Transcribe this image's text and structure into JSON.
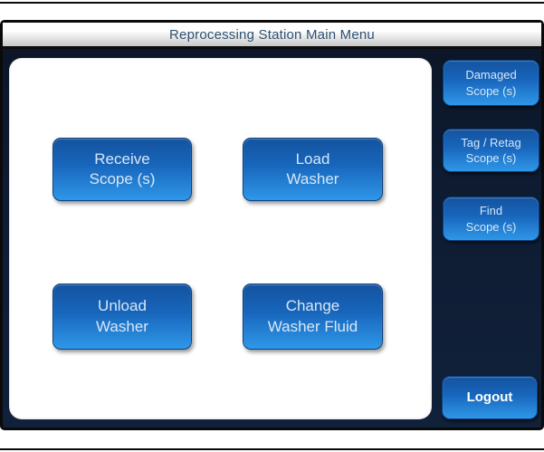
{
  "window": {
    "title": "Reprocessing Station Main Menu"
  },
  "main_menu": {
    "buttons": [
      {
        "label": "Receive\nScope (s)"
      },
      {
        "label": "Load\nWasher"
      },
      {
        "label": "Unload\nWasher"
      },
      {
        "label": "Change\nWasher Fluid"
      }
    ]
  },
  "sidebar": {
    "buttons": [
      {
        "label": "Damaged\nScope (s)"
      },
      {
        "label": "Tag / Retag\nScope (s)"
      },
      {
        "label": "Find\nScope (s)"
      }
    ],
    "logout_label": "Logout"
  },
  "colors": {
    "button_gradient_top": "#14539f",
    "button_gradient_bottom": "#2f97e8",
    "panel_background": "#ffffff",
    "frame_background": "#0e1c33",
    "title_text": "#2e5173"
  }
}
